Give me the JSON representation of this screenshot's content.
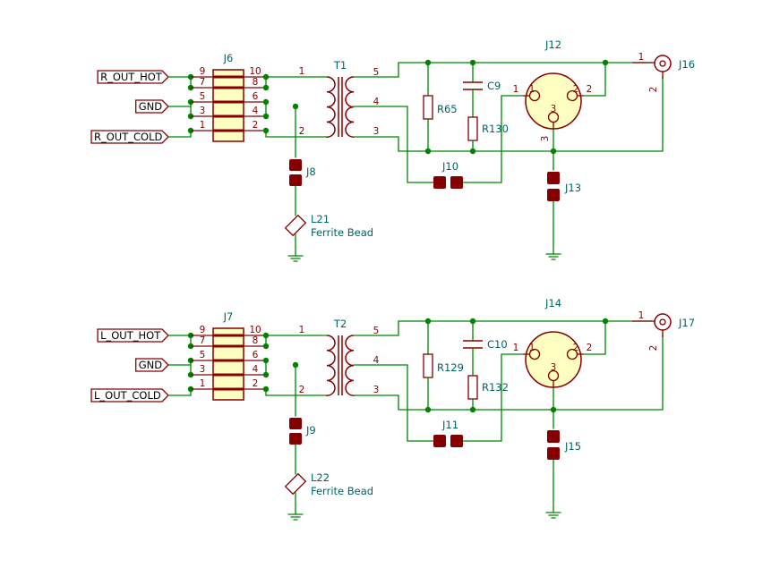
{
  "colors": {
    "wire": "#008400",
    "component": "#840000",
    "connector_fill": "#ffffc2",
    "reference_text": "#006464",
    "label_text": "#000000"
  },
  "top": {
    "labels": {
      "hot": "R_OUT_HOT",
      "gnd": "GND",
      "cold": "R_OUT_COLD"
    },
    "header": {
      "ref": "J6",
      "left_pins": [
        "9",
        "7",
        "5",
        "3",
        "1"
      ],
      "right_pins": [
        "10",
        "8",
        "6",
        "4",
        "2"
      ]
    },
    "transformer": {
      "ref": "T1",
      "primary_pins": [
        "1",
        "2"
      ],
      "secondary_pins": [
        "5",
        "4",
        "3"
      ]
    },
    "jumper_gnd": {
      "ref": "J8"
    },
    "ferrite": {
      "ref": "L21",
      "value": "Ferrite Bead"
    },
    "resistor_a": {
      "ref": "R65"
    },
    "capacitor": {
      "ref": "C9"
    },
    "resistor_b": {
      "ref": "R130"
    },
    "jumper_mid": {
      "ref": "J10"
    },
    "xlr": {
      "ref": "J12",
      "pins": [
        "1",
        "2",
        "3"
      ],
      "pin3_outer": "3"
    },
    "jumper_shield": {
      "ref": "J13"
    },
    "coax": {
      "ref": "J16",
      "pin_signal": "1",
      "pin_shield": "2"
    }
  },
  "bottom": {
    "labels": {
      "hot": "L_OUT_HOT",
      "gnd": "GND",
      "cold": "L_OUT_COLD"
    },
    "header": {
      "ref": "J7",
      "left_pins": [
        "9",
        "7",
        "5",
        "3",
        "1"
      ],
      "right_pins": [
        "10",
        "8",
        "6",
        "4",
        "2"
      ]
    },
    "transformer": {
      "ref": "T2",
      "primary_pins": [
        "1",
        "2"
      ],
      "secondary_pins": [
        "5",
        "4",
        "3"
      ]
    },
    "jumper_gnd": {
      "ref": "J9"
    },
    "ferrite": {
      "ref": "L22",
      "value": "Ferrite Bead"
    },
    "resistor_a": {
      "ref": "R129"
    },
    "capacitor": {
      "ref": "C10"
    },
    "resistor_b": {
      "ref": "R132"
    },
    "jumper_mid": {
      "ref": "J11"
    },
    "xlr": {
      "ref": "J14",
      "pins": [
        "1",
        "2",
        "3"
      ],
      "pin3_outer": ""
    },
    "jumper_shield": {
      "ref": "J15"
    },
    "coax": {
      "ref": "J17",
      "pin_signal": "1",
      "pin_shield": "2"
    }
  }
}
